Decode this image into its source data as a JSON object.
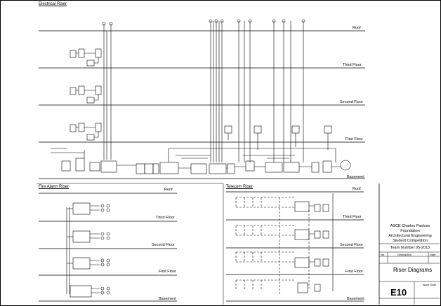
{
  "sections": {
    "electrical": "Electrical Riser",
    "fire_alarm": "Fire Alarm Riser",
    "telecom": "Telecom Riser"
  },
  "floors": {
    "roof": "Roof",
    "third": "Third Floor",
    "second": "Second Floor",
    "first": "First Floor",
    "basement": "Basement"
  },
  "title_block": {
    "competition_line1": "ASCE Charles Pankow Foundation",
    "competition_line2": "Architectural Engineering",
    "competition_line3": "Student Competition",
    "team": "Team Number 05-2013",
    "rev_header_no": "No.",
    "rev_header_desc": "Description",
    "rev_header_date": "Date",
    "sheet_title": "Riser Diagrams",
    "sheet_number": "E10",
    "issue_date_label": "Issue Date"
  }
}
